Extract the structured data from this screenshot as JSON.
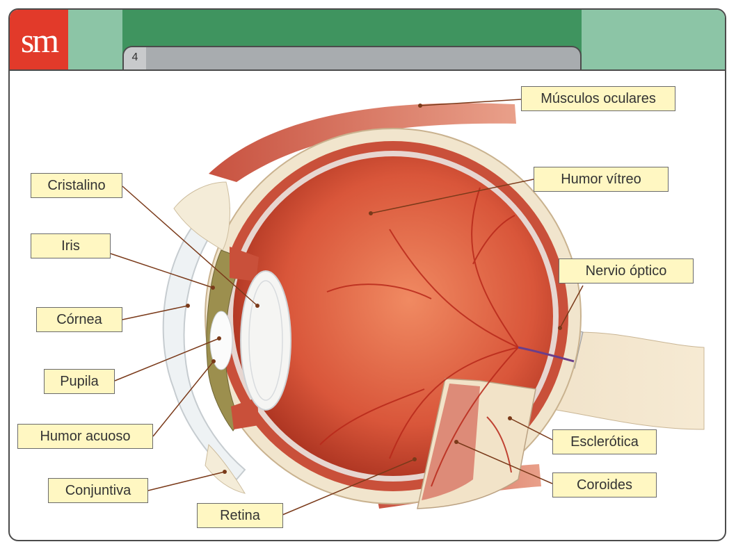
{
  "header": {
    "logo_text": "sm",
    "page_number": "4"
  },
  "colors": {
    "brand_red": "#e23a2a",
    "green_dark": "#3f945f",
    "green_light": "#8cc5a6",
    "label_fill": "#fff7c2",
    "leader_line": "#7a3a1a"
  },
  "labels": {
    "musculos_oculares": "Músculos oculares",
    "humor_vitreo": "Humor vítreo",
    "nervio_optico": "Nervio óptico",
    "esclerotica": "Esclerótica",
    "coroides": "Coroides",
    "retina": "Retina",
    "conjuntiva": "Conjuntiva",
    "humor_acuoso": "Humor acuoso",
    "pupila": "Pupila",
    "cornea": "Córnea",
    "iris": "Iris",
    "cristalino": "Cristalino"
  }
}
